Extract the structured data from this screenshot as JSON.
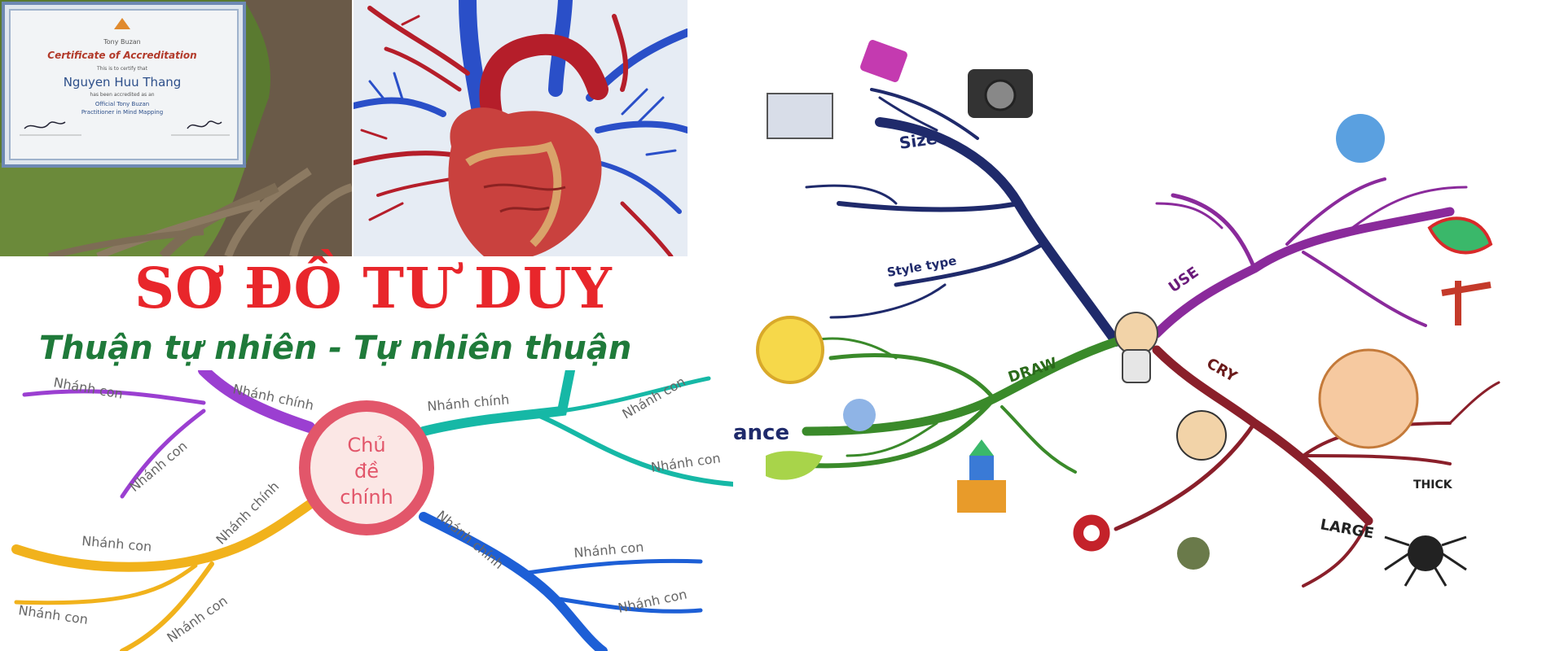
{
  "certificate": {
    "brand": "Tony Buzan",
    "heading": "Certificate of Accreditation",
    "certify": "This is to certify that",
    "name": "Nguyen Huu Thang",
    "body1": "has been accredited as an",
    "body2": "Official Tony Buzan",
    "body3": "Practitioner in Mind Mapping"
  },
  "headline": {
    "title": "SƠ ĐỒ TƯ DUY",
    "subtitle": "Thuận  tự nhiên - Tự nhiên thuận"
  },
  "mindmap_left": {
    "center": [
      "Chủ",
      "đề",
      "chính"
    ],
    "branch": "Nhánh chính",
    "sub": "Nhánh con"
  },
  "mindmap_right": {
    "size": "Size",
    "style_type": "Style type",
    "draw": "DRAW",
    "use": "USE",
    "cry": "CRY",
    "large": "LARGE",
    "thick": "THICK",
    "ance": "ance"
  },
  "colors": {
    "title_red": "#e8262b",
    "subtitle_green": "#1f7a3a",
    "center_ring": "#e2566a",
    "purple": "#9b3fd1",
    "teal": "#16b8a6",
    "yellow": "#f1b21c",
    "blue": "#1d5fd6"
  }
}
